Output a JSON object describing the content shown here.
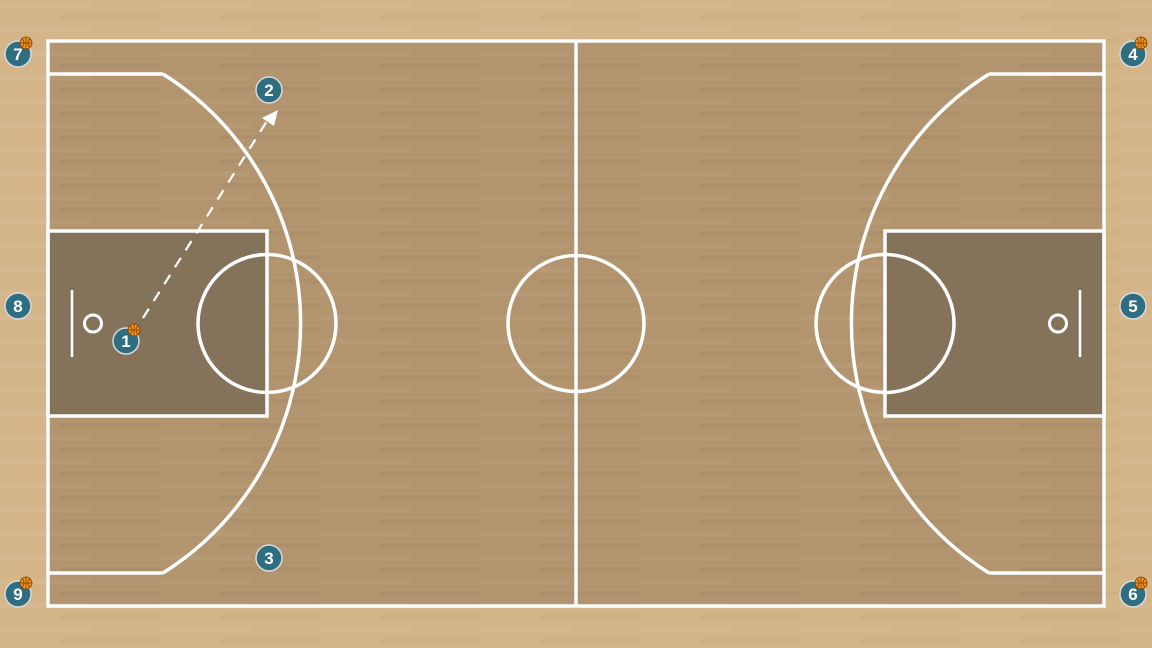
{
  "colors": {
    "floor_outer": "#d4b58a",
    "court": "#b2956f",
    "paint": "#85725a",
    "lines": "#ffffff",
    "player_fill": "#2f6e80",
    "player_stroke": "#d9d9d9",
    "ball": "#f0901e"
  },
  "players": [
    {
      "number": "1",
      "has_ball": true
    },
    {
      "number": "2",
      "has_ball": false
    },
    {
      "number": "3",
      "has_ball": false
    },
    {
      "number": "4",
      "has_ball": true
    },
    {
      "number": "5",
      "has_ball": false
    },
    {
      "number": "6",
      "has_ball": true
    },
    {
      "number": "7",
      "has_ball": true
    },
    {
      "number": "8",
      "has_ball": false
    },
    {
      "number": "9",
      "has_ball": true
    }
  ],
  "actions": [
    {
      "type": "pass",
      "from": "1",
      "to": "2",
      "icon": "dashed-arrow"
    }
  ]
}
